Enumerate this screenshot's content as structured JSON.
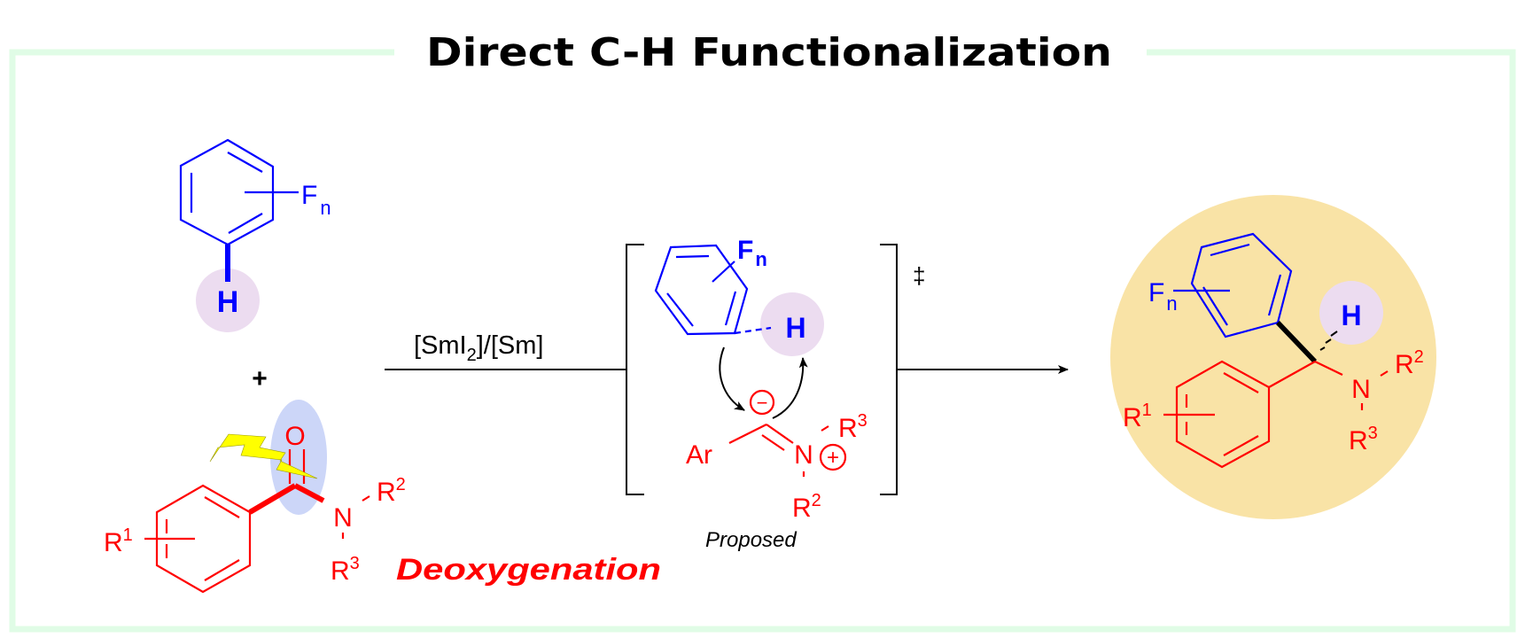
{
  "title": "Direct C-H Functionalization",
  "colors": {
    "frame": "#e0fce6",
    "reactant_arene": "#0000ff",
    "amide": "#ff0000",
    "h_highlight": "#ecdcf0",
    "o_highlight": "#ccd6f8",
    "product_highlight": "#f9e3a6",
    "lightning": "#ffff00"
  },
  "reactant_arene": {
    "substituent": "F",
    "substituent_sub": "n",
    "h_label": "H"
  },
  "plus": "+",
  "amide": {
    "o_label": "O",
    "n_label": "N",
    "r1": "R",
    "r1_sup": "1",
    "r2": "R",
    "r2_sup": "2",
    "r3": "R",
    "r3_sup": "3"
  },
  "deoxygenation_label": "Deoxygenation",
  "reagent": {
    "part1": "[SmI",
    "sub": "2",
    "part2": "]/[Sm]"
  },
  "transition_state": {
    "fn": "F",
    "fn_sub": "n",
    "h_label": "H",
    "ar": "Ar",
    "n_label": "N",
    "minus": "−",
    "plus": "+",
    "r3": "R",
    "r3_sup": "3",
    "r2": "R",
    "r2_sup": "2",
    "double_dagger": "‡",
    "caption": "Proposed"
  },
  "product": {
    "fn": "F",
    "fn_sub": "n",
    "h_label": "H",
    "n_label": "N",
    "r1": "R",
    "r1_sup": "1",
    "r2": "R",
    "r2_sup": "2",
    "r3": "R",
    "r3_sup": "3"
  }
}
